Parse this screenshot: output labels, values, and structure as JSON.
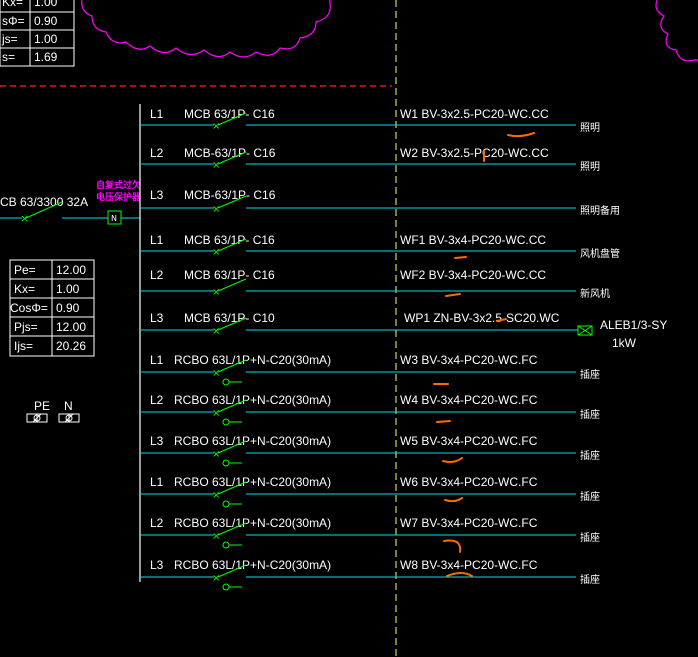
{
  "top_table": [
    {
      "label": "Kx=",
      "value": "1.00"
    },
    {
      "label": "sΦ=",
      "value": "0.90"
    },
    {
      "label": "js=",
      "value": "1.00"
    },
    {
      "label": "s=",
      "value": "1.69"
    }
  ],
  "main_breaker": "CB 63/3300  32A",
  "protector_label_1": "自复式过欠",
  "protector_label_2": "电压保护器",
  "protector_symbol": "N",
  "param_table": [
    {
      "label": "Pe=",
      "value": "12.00"
    },
    {
      "label": "Kx=",
      "value": "1.00"
    },
    {
      "label": "CosΦ=",
      "value": "0.90"
    },
    {
      "label": "Pjs=",
      "value": "12.00"
    },
    {
      "label": "Ijs=",
      "value": "20.26"
    }
  ],
  "pe_label": "PE",
  "n_label": "N",
  "circuits": [
    {
      "phase": "L1",
      "breaker": "MCB 63/1P- C16",
      "cable": "W1  BV-3x2.5-PC20-WC.CC",
      "usage": "照明",
      "rcbo": false
    },
    {
      "phase": "L2",
      "breaker": "MCB-63/1P- C16",
      "cable": "W2  BV-3x2.5-PC20-WC.CC",
      "usage": "照明",
      "rcbo": false
    },
    {
      "phase": "L3",
      "breaker": "MCB-63/1P- C16",
      "cable": "",
      "usage": "照明备用",
      "rcbo": false
    },
    {
      "phase": "L1",
      "breaker": "MCB 63/1P- C16",
      "cable": "WF1  BV-3x4-PC20-WC.CC",
      "usage": "风机盘管",
      "rcbo": false
    },
    {
      "phase": "L2",
      "breaker": "MCB 63/1P- C16",
      "cable": "WF2  BV-3x4-PC20-WC.CC",
      "usage": "新风机",
      "rcbo": false
    },
    {
      "phase": "L3",
      "breaker": "MCB 63/1P- C10",
      "cable": "WP1 ZN-BV-3x2.5-SC20.WC",
      "usage": "",
      "rcbo": false
    },
    {
      "phase": "L1",
      "breaker": "RCBO 63L/1P+N-C20(30mA)",
      "cable": "W3  BV-3x4-PC20-WC.FC",
      "usage": "插座",
      "rcbo": true
    },
    {
      "phase": "L2",
      "breaker": "RCBO 63L/1P+N-C20(30mA)",
      "cable": "W4  BV-3x4-PC20-WC.FC",
      "usage": "插座",
      "rcbo": true
    },
    {
      "phase": "L3",
      "breaker": "RCBO 63L/1P+N-C20(30mA)",
      "cable": "W5  BV-3x4-PC20-WC.FC",
      "usage": "插座",
      "rcbo": true
    },
    {
      "phase": "L1",
      "breaker": "RCBO 63L/1P+N-C20(30mA)",
      "cable": "W6  BV-3x4-PC20-WC.FC",
      "usage": "插座",
      "rcbo": true
    },
    {
      "phase": "L2",
      "breaker": "RCBO 63L/1P+N-C20(30mA)",
      "cable": "W7  BV-3x4-PC20-WC.FC",
      "usage": "插座",
      "rcbo": true
    },
    {
      "phase": "L3",
      "breaker": "RCBO 63L/1P+N-C20(30mA)",
      "cable": "W8  BV-3x4-PC20-WC.FC",
      "usage": "插座",
      "rcbo": true
    }
  ],
  "equipment_label": "ALEB1/3-SY",
  "equipment_power": "1kW",
  "colors": {
    "background": "#000000",
    "wire": "#00e0e0",
    "breaker": "#00ff00",
    "text": "#ffffff",
    "magenta": "#ff00ff",
    "red_dash": "#ff2020",
    "yellow_dash": "#ffff66",
    "markup": "#ff6a00"
  }
}
